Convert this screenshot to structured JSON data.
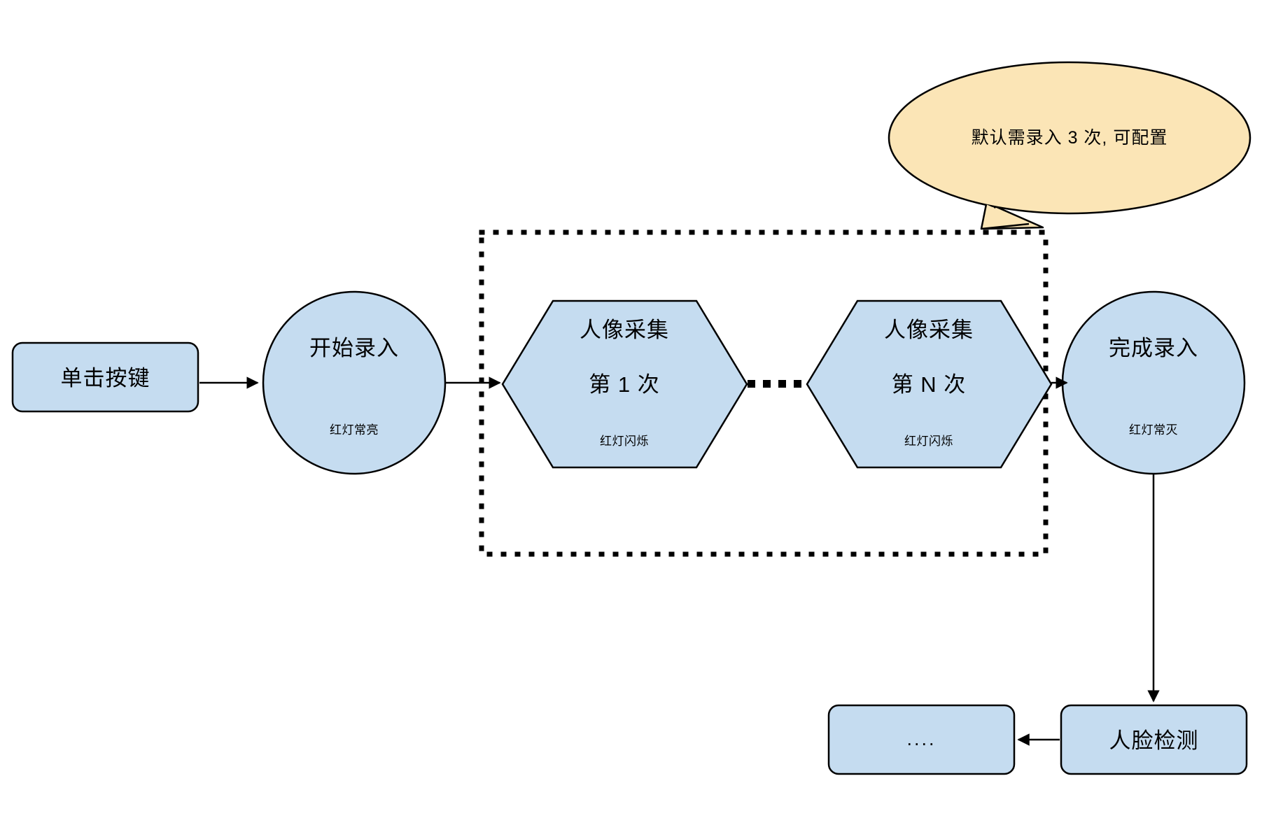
{
  "diagram": {
    "title_text_color": "#000000",
    "node_fill": "#c5dcf0",
    "node_stroke": "#000000",
    "callout_fill": "#fbe5b6",
    "callout_stroke": "#000000",
    "background": "#ffffff"
  },
  "nodes": {
    "click_key": {
      "label": "单击按键",
      "shape": "rounded-rectangle"
    },
    "start_enroll": {
      "label": "开始录入",
      "sub_label": "红灯常亮",
      "shape": "circle"
    },
    "capture_first": {
      "line1": "人像采集",
      "line2": "第 1 次",
      "sub_label": "红灯闪烁",
      "shape": "hexagon"
    },
    "capture_nth": {
      "line1": "人像采集",
      "line2": "第 N 次",
      "sub_label": "红灯闪烁",
      "shape": "hexagon"
    },
    "finish_enroll": {
      "label": "完成录入",
      "sub_label": "红灯常灭",
      "shape": "circle"
    },
    "face_detect": {
      "label": "人脸检测",
      "shape": "rounded-rectangle"
    },
    "more": {
      "label": "....",
      "shape": "rounded-rectangle"
    }
  },
  "callout": {
    "text": "默认需录入 3 次, 可配置",
    "shape": "speech-bubble-ellipse"
  },
  "connectors": {
    "ellipsis_between_captures": "• • • • •",
    "loop_group_style": "dotted-rectangle"
  }
}
